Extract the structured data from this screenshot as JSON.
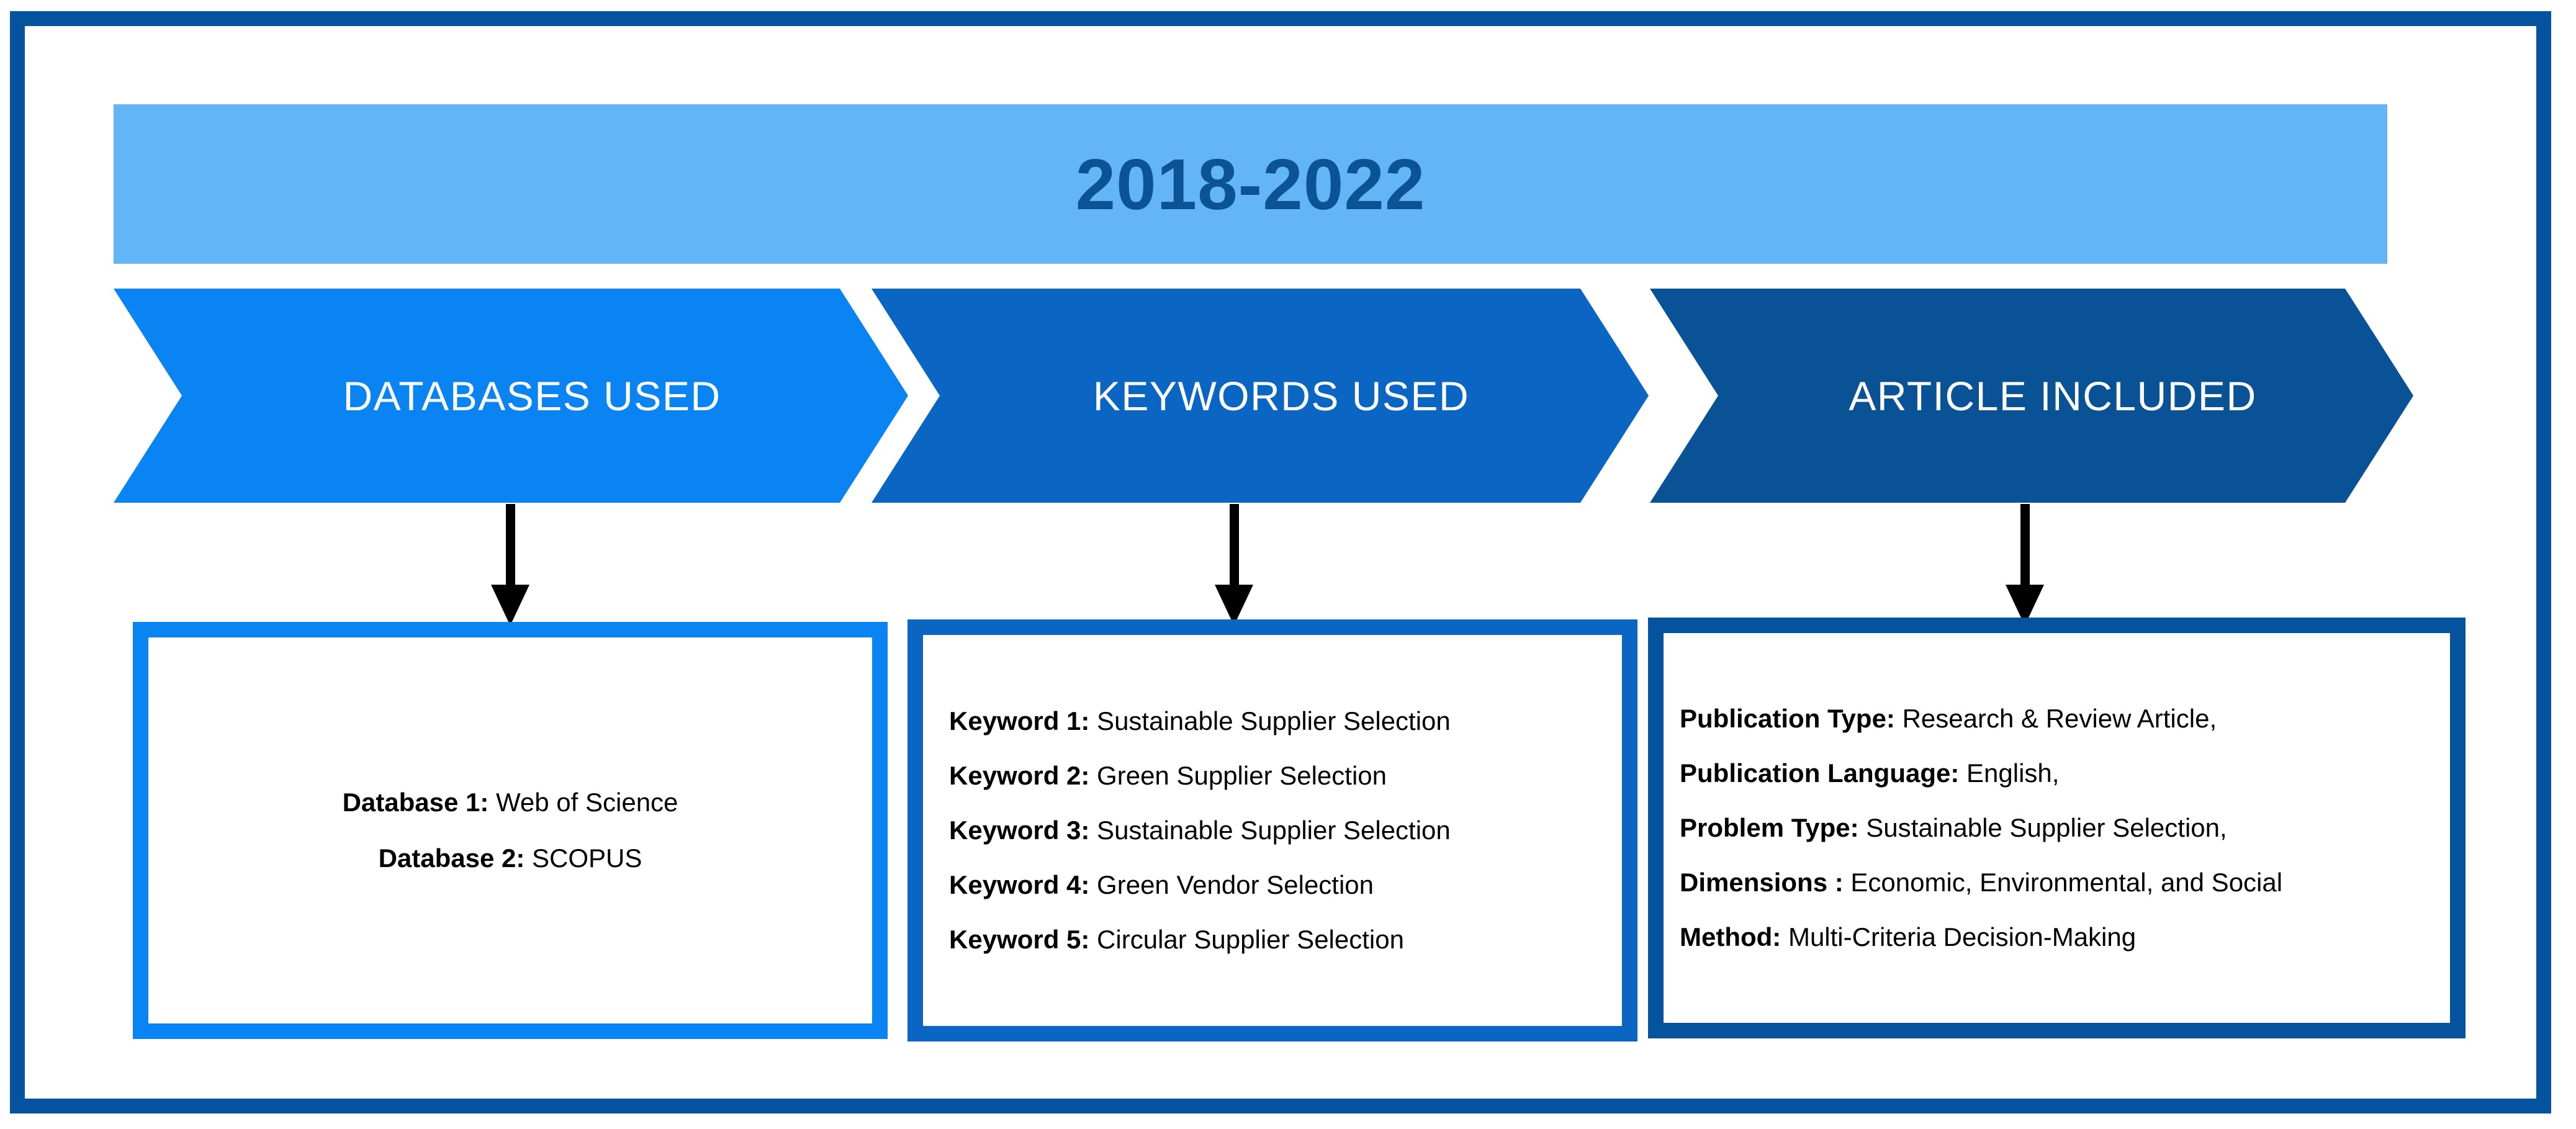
{
  "frame": {
    "border_color": "#05529E"
  },
  "title": {
    "text": "2018-2022",
    "background_color": "#64B5F6",
    "text_color": "#0B5394"
  },
  "stages": [
    {
      "label": "DATABASES USED",
      "color": "#0B84F3"
    },
    {
      "label": "KEYWORDS USED",
      "color": "#0B66C3"
    },
    {
      "label": "ARTICLE INCLUDED",
      "color": "#0A5296"
    }
  ],
  "boxes": [
    {
      "border_color": "#0B84F3",
      "rows": [
        {
          "key": "Database 1:",
          "value": " Web of Science"
        },
        {
          "key": "Database 2:",
          "value": " SCOPUS"
        }
      ]
    },
    {
      "border_color": "#0B66C3",
      "rows": [
        {
          "key": "Keyword 1:",
          "value": " Sustainable Supplier Selection"
        },
        {
          "key": "Keyword 2:",
          "value": " Green Supplier Selection"
        },
        {
          "key": "Keyword 3:",
          "value": " Sustainable Supplier Selection"
        },
        {
          "key": "Keyword 4:",
          "value": " Green Vendor Selection"
        },
        {
          "key": "Keyword 5:",
          "value": " Circular Supplier Selection"
        }
      ]
    },
    {
      "border_color": "#05529E",
      "rows": [
        {
          "key": "Publication Type:",
          "value": " Research & Review Article,"
        },
        {
          "key": "Publication Language:",
          "value": " English,"
        },
        {
          "key": "Problem Type:",
          "value": " Sustainable Supplier Selection,"
        },
        {
          "key": "Dimensions :",
          "value": " Economic, Environmental, and Social"
        },
        {
          "key": "Method:",
          "value": " Multi-Criteria Decision-Making"
        }
      ]
    }
  ],
  "arrows": {
    "color": "#000000",
    "count": 3
  }
}
